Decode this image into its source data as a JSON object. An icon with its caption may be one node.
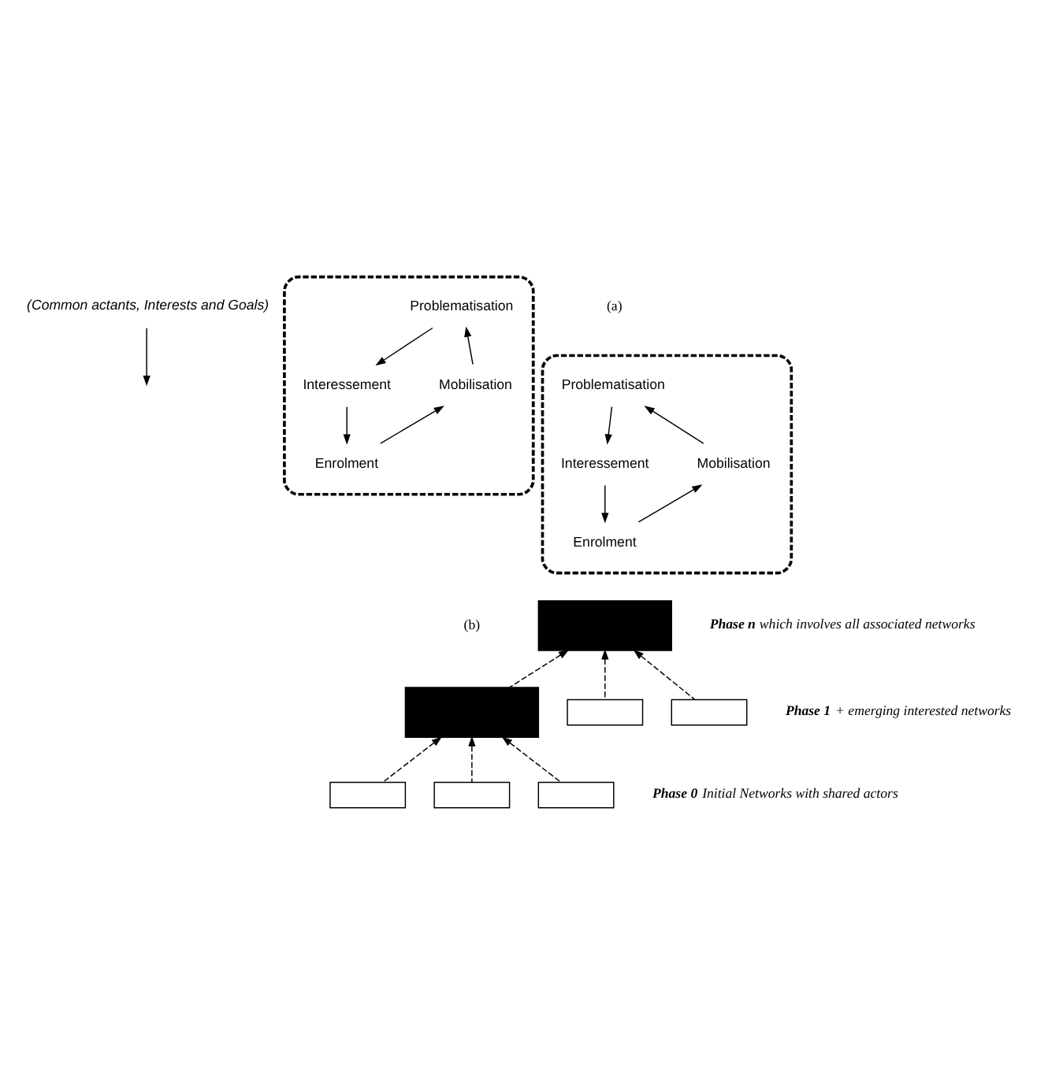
{
  "diagram": {
    "nodes": [
      {
        "text": [
          "(Common actants, Interests and Goals)"
        ]
      },
      {
        "text": [],
        "shape": "ellipse"
      },
      {
        "text": [
          "Problematisation"
        ],
        "in": 1
      },
      {
        "text": [
          "Interessement"
        ],
        "in": 1
      },
      {
        "text": [
          "Mobilisation"
        ],
        "in": 1
      },
      {
        "text": [
          "Enrolment"
        ],
        "in": 1
      },
      {
        "text": [],
        "shape": "ellipse"
      },
      {
        "text": [
          "Problematisation"
        ],
        "in": 6
      },
      {
        "text": [
          "Interessement"
        ],
        "in": 6
      },
      {
        "text": [
          "Mobilisation"
        ],
        "in": 6
      },
      {
        "text": [
          "Enrolment"
        ],
        "in": 6
      },
      {
        "text": [],
        "shape": "box"
      },
      {
        "text": [],
        "shape": "box"
      },
      {
        "text": [],
        "shape": "box"
      },
      {
        "text": [],
        "shape": "box"
      },
      {
        "text": [],
        "shape": "box"
      },
      {
        "text": [],
        "shape": "box"
      },
      {
        "text": [],
        "shape": "box"
      }
    ],
    "edges": [
      {
        "from": 0,
        "to": null,
        "arrow": "to"
      },
      {
        "from": 2,
        "to": 3,
        "arrow": "to"
      },
      {
        "from": 3,
        "to": 5,
        "arrow": "to"
      },
      {
        "from": 5,
        "to": 4,
        "arrow": "to"
      },
      {
        "from": 4,
        "to": 2,
        "arrow": "to"
      },
      {
        "from": 7,
        "to": 8,
        "arrow": "to"
      },
      {
        "from": 8,
        "to": 10,
        "arrow": "to"
      },
      {
        "from": 10,
        "to": 9,
        "arrow": "to"
      },
      {
        "from": 9,
        "to": 7,
        "arrow": "to"
      },
      {
        "from": 12,
        "to": 11,
        "arrow": "to",
        "style": "dashed"
      },
      {
        "from": 13,
        "to": 11,
        "arrow": "to",
        "style": "dashed"
      },
      {
        "from": 14,
        "to": 11,
        "arrow": "to",
        "style": "dashed"
      },
      {
        "from": 15,
        "to": 12,
        "arrow": "to",
        "style": "dashed"
      },
      {
        "from": 16,
        "to": 12,
        "arrow": "to",
        "style": "dashed"
      },
      {
        "from": 17,
        "to": 12,
        "arrow": "to",
        "style": "dashed"
      }
    ],
    "labels": [
      "(a)",
      "**Phase n** which involves all associated networks",
      "(b)",
      "**Phase 1** + emerging interested networks",
      "**Phase 0** Initial Networks with shared actors"
    ]
  }
}
